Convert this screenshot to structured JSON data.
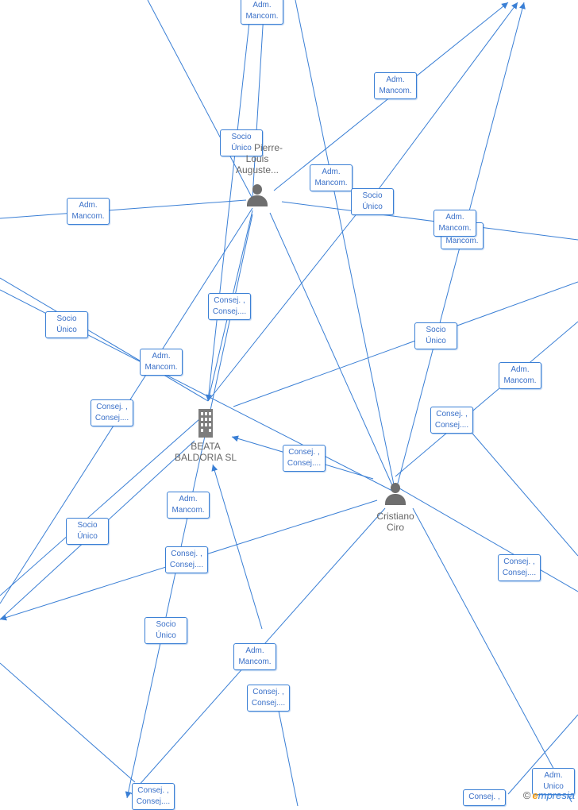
{
  "colors": {
    "edge": "#3a7fd5",
    "label_text": "#3a70c8",
    "node_text": "#666666",
    "icon": "#6e6e6e"
  },
  "nodes": {
    "company": {
      "line1": "BEATA",
      "line2": "BALDORIA SL",
      "icon": "building-icon"
    },
    "pierre": {
      "line1": "Pierre-",
      "line2": "Louis",
      "line3": "Auguste...",
      "icon": "person-icon"
    },
    "cristiano": {
      "line1": "Cristiano",
      "line2": "Ciro",
      "icon": "person-icon"
    }
  },
  "labels": [
    {
      "l1": "Adm.",
      "l2": "Mancom."
    },
    {
      "l1": "Adm.",
      "l2": "Mancom."
    },
    {
      "l1": "Socio",
      "l2": "Único"
    },
    {
      "l1": "Adm.",
      "l2": "Mancom."
    },
    {
      "l1": "Socio",
      "l2": "Único"
    },
    {
      "l1": "Adm.",
      "l2": "Mancom."
    },
    {
      "l1": "Adm.",
      "l2": "Mancom."
    },
    {
      "l1": "Adm.",
      "l2": "Mancom."
    },
    {
      "l1": "Consej. ,",
      "l2": "Consej...."
    },
    {
      "l1": "Socio",
      "l2": "Único"
    },
    {
      "l1": "Socio",
      "l2": "Único"
    },
    {
      "l1": "Adm.",
      "l2": "Mancom."
    },
    {
      "l1": "Adm.",
      "l2": "Mancom."
    },
    {
      "l1": "Consej. ,",
      "l2": "Consej...."
    },
    {
      "l1": "Consej. ,",
      "l2": "Consej...."
    },
    {
      "l1": "Consej. ,",
      "l2": "Consej...."
    },
    {
      "l1": "Adm.",
      "l2": "Mancom."
    },
    {
      "l1": "Socio",
      "l2": "Único"
    },
    {
      "l1": "Consej. ,",
      "l2": "Consej...."
    },
    {
      "l1": "Consej. ,",
      "l2": "Consej...."
    },
    {
      "l1": "Socio",
      "l2": "Único"
    },
    {
      "l1": "Adm.",
      "l2": "Mancom."
    },
    {
      "l1": "Consej. ,",
      "l2": "Consej...."
    },
    {
      "l1": "Adm.",
      "l2": "Unico"
    },
    {
      "l1": "Consej. ,",
      "l2": "Consej...."
    },
    {
      "l1": "Consej. ,",
      "l2": ""
    }
  ],
  "watermark": {
    "copyright": "©",
    "brand_first": "e",
    "brand_rest": "mpresia"
  }
}
